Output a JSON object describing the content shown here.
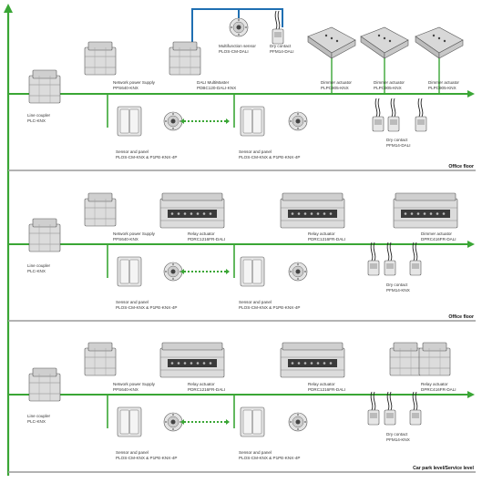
{
  "colors": {
    "bus_green": "#3aa635",
    "dali_blue": "#1f6fb2",
    "floor_rule": "#9a9a9a",
    "device_fill": "#dcdcdc",
    "device_stroke": "#555555"
  },
  "sections": [
    {
      "floor_label": "Office floor",
      "coupler": {
        "name": "Line coupler",
        "ref": "PLC-KNX"
      },
      "power": {
        "name": "Network power Supply",
        "ref": "PPS640-KNX"
      },
      "dali": {
        "name": "DALI MultiMaster",
        "ref": "PDBC120-DALI-KNX"
      },
      "multi": {
        "name": "Multifunction sensor",
        "ref": "PLOS-CM-DALI"
      },
      "drycontact_top": {
        "name": "Dry contact",
        "ref": "PFM14-DALI"
      },
      "dimmers": [
        {
          "name": "Dimmer actuator",
          "ref": "PLPC905-KNX"
        },
        {
          "name": "Dimmer actuator",
          "ref": "PLPC905-KNX"
        },
        {
          "name": "Dimmer actuator",
          "ref": "PLPC905-KNX"
        }
      ],
      "sensor_a": {
        "name": "Sensor and panel",
        "ref": "PLOS-CM-KNX & P1PE-KNX-4P"
      },
      "sensor_b": {
        "name": "Sensor and panel",
        "ref": "PLOS-CM-KNX & P1PE-KNX-4P"
      },
      "drycontact": {
        "name": "Dry contact",
        "ref": "PFM14-DALI"
      }
    },
    {
      "floor_label": "Office floor",
      "coupler": {
        "name": "Line coupler",
        "ref": "PLC-KNX"
      },
      "power": {
        "name": "Network power Supply",
        "ref": "PPS640-KNX"
      },
      "relay1": {
        "name": "Relay actuator",
        "ref": "PDRC1216FR-DALI"
      },
      "relay2": {
        "name": "Relay actuator",
        "ref": "PDRC1216FR-DALI"
      },
      "dimmer": {
        "name": "Dimmer actuator",
        "ref": "DPRC416FR-DALI"
      },
      "sensor_a": {
        "name": "Sensor and panel",
        "ref": "PLOS-CM-KNX & P1PE-KNX-4P"
      },
      "sensor_b": {
        "name": "Sensor and panel",
        "ref": "PLOS-CM-KNX & P1PE-KNX-4P"
      },
      "drycontact": {
        "name": "Dry contact",
        "ref": "PFM14-KNX"
      }
    },
    {
      "floor_label": "Car park level/Service level",
      "coupler": {
        "name": "Line coupler",
        "ref": "PLC-KNX"
      },
      "power": {
        "name": "Network power Supply",
        "ref": "PPS640-KNX"
      },
      "relay1": {
        "name": "Relay actuator",
        "ref": "PDRC1216FR-DALI"
      },
      "relay2": {
        "name": "Relay actuator",
        "ref": "PDRC1216FR-DALI"
      },
      "dimmer": {
        "name": "Relay actuator",
        "ref": "DPRC416FR-DALI"
      },
      "sensor_a": {
        "name": "Sensor and panel",
        "ref": "PLOS-CM-KNX & P1PE-KNX-4P"
      },
      "sensor_b": {
        "name": "Sensor and panel",
        "ref": "PLOS-CM-KNX & P1PE-KNX-4P"
      },
      "drycontact": {
        "name": "Dry contact",
        "ref": "PFM14-KNX"
      }
    }
  ]
}
